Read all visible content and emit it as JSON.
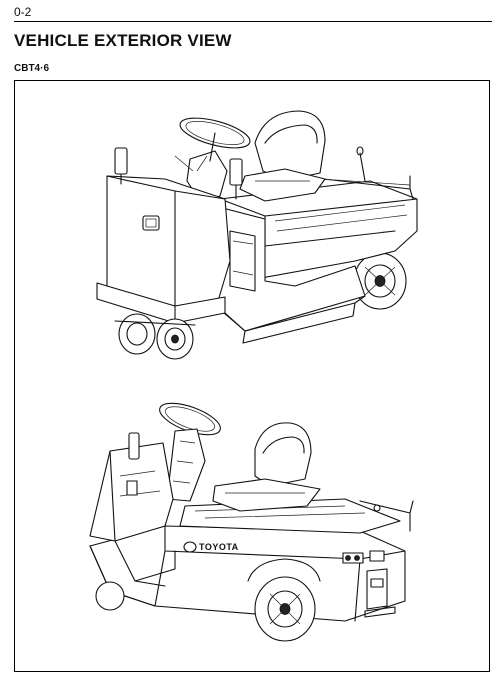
{
  "header": {
    "page_number": "0-2"
  },
  "section": {
    "title": "VEHICLE EXTERIOR VIEW",
    "model": "CBT4·6"
  },
  "illustrations": {
    "front_view": {
      "icon": "tow-tractor-front-illustration"
    },
    "rear_view": {
      "icon": "tow-tractor-rear-illustration",
      "brand_mark": "TOYOTA"
    }
  }
}
